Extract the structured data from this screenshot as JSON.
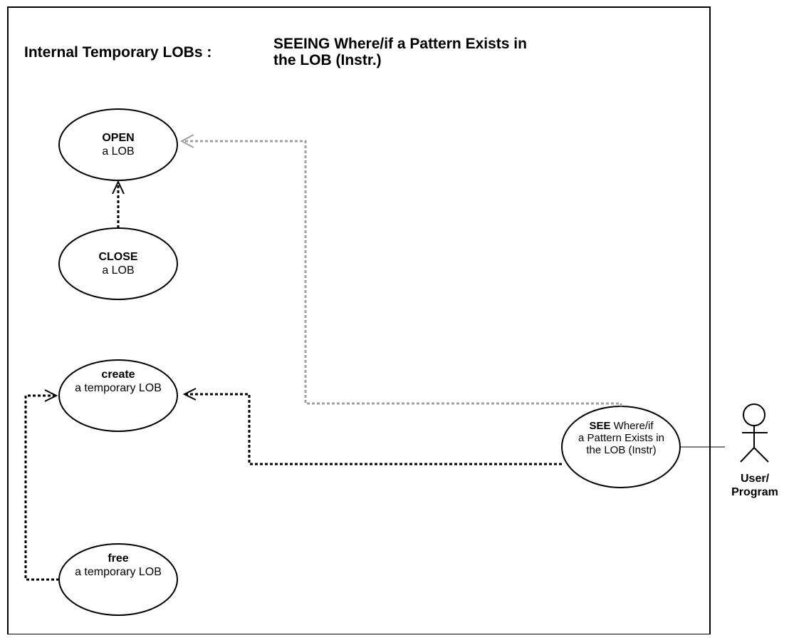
{
  "title": {
    "prefix": "Internal Temporary LOBs :",
    "main": "SEEING Where/if a Pattern Exists in the LOB (Instr.)"
  },
  "use_cases": {
    "open": {
      "bold": "OPEN",
      "rest": "a LOB"
    },
    "close": {
      "bold": "CLOSE",
      "rest": "a LOB"
    },
    "create": {
      "bold": "create",
      "rest": "a temporary LOB"
    },
    "free": {
      "bold": "free",
      "rest": "a temporary LOB"
    },
    "see": {
      "bold": "SEE",
      "rest1": " Where/if",
      "rest2": "a Pattern Exists in the LOB (Instr)"
    }
  },
  "actor": {
    "label": "User/ Program"
  },
  "colors": {
    "line": "#000000",
    "gray_dependency": "#a0a0a0",
    "background": "#ffffff"
  }
}
